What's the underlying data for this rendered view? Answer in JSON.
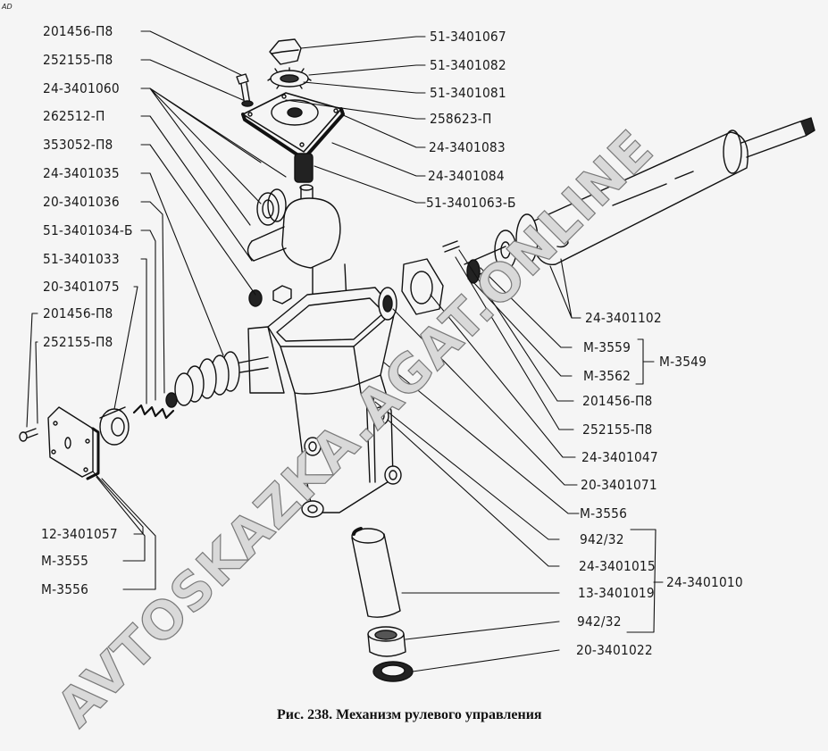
{
  "corner_mark": "AD",
  "caption": "Рис. 238. Механизм рулевого управления",
  "watermark": "AVTOSKAZKA.AGAT.ONLINE",
  "labels_left": [
    "201456-П8",
    "252155-П8",
    "24-3401060",
    "262512-П",
    "353052-П8",
    "24-3401035",
    "20-3401036",
    "51-3401034-Б",
    "51-3401033",
    "20-3401075",
    "201456-П8",
    "252155-П8",
    "12-3401057",
    "М-3555",
    "М-3556"
  ],
  "labels_top_right": [
    "51-3401067",
    "51-3401082",
    "51-3401081",
    "258623-П",
    "24-3401083",
    "24-3401084",
    "51-3401063-Б"
  ],
  "labels_right": [
    "24-3401102",
    "М-3559",
    "М-3562",
    "201456-П8",
    "252155-П8",
    "24-3401047",
    "20-3401071",
    "М-3556"
  ],
  "group_m3549": {
    "label": "М-3549"
  },
  "labels_bottom_right": [
    "942/32",
    "24-3401015",
    "13-3401019",
    "942/32",
    "20-3401022"
  ],
  "group_24_3401010": {
    "label": "24-3401010"
  }
}
